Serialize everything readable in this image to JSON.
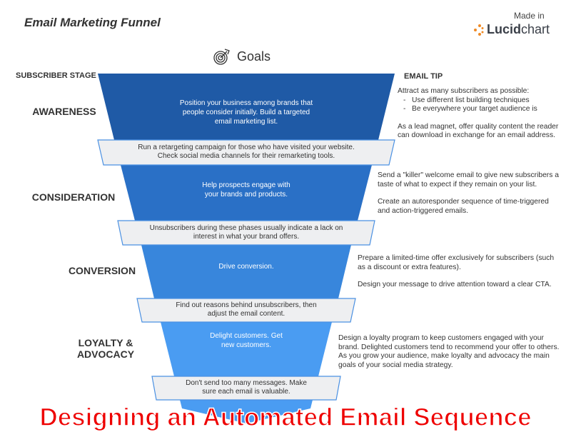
{
  "title": "Email Marketing Funnel",
  "brand": {
    "made_in": "Made in",
    "name_bold": "Lucid",
    "name_light": "chart"
  },
  "goals_label": "Goals",
  "headers": {
    "stage": "SUBSCRIBER STAGE",
    "tip": "EMAIL TIP"
  },
  "colors": {
    "seg1": "#1f5aa6",
    "seg2": "#2a70c6",
    "seg3": "#3886dc",
    "seg4": "#4a9cf2",
    "band_fill": "#eeeff1",
    "band_border": "#4a90e2"
  },
  "stages": [
    {
      "label": "AWARENESS",
      "goal": "Position your business among brands that people consider initially. Build a targeted email marketing list.",
      "tip_lines": [
        "Attract as many subscribers as possible:",
        "-   Use different list building techniques",
        "-   Be everywhere your target audience is",
        "",
        "As a lead magnet, offer quality content the reader can download in exchange for an email address."
      ]
    },
    {
      "label": "CONSIDERATION",
      "goal": "Help prospects engage with your brands and products.",
      "tip_lines": [
        "Send a \"killer\" welcome email to give new subscribers a taste of what to expect if they remain on your list.",
        "",
        "Create an autoresponder sequence of time-triggered and action-triggered emails."
      ]
    },
    {
      "label": "CONVERSION",
      "goal": "Drive conversion.",
      "tip_lines": [
        "Prepare a limited-time offer exclusively for subscribers (such as a discount or extra features).",
        "",
        "Design your message to drive attention toward a clear CTA."
      ]
    },
    {
      "label": "LOYALTY & ADVOCACY",
      "goal": "Delight customers. Get new customers.",
      "tip_lines": [
        "Design a loyalty program to keep customers engaged with your brand. Delighted customers tend to recommend your offer to others. As you grow your audience, make loyalty and advocacy the main goals of your social media strategy."
      ]
    }
  ],
  "bands": [
    "Run a retargeting campaign for those who have visited your website. Check social media channels for their remarketing tools.",
    "Unsubscribers during these phases usually indicate a lack on interest in what your brand offers.",
    "Find out reasons behind unsubscribers, then adjust the email content.",
    "Don't send too many messages. Make sure each email is valuable."
  ],
  "overlay_title": "Designing an Automated Email Sequence"
}
